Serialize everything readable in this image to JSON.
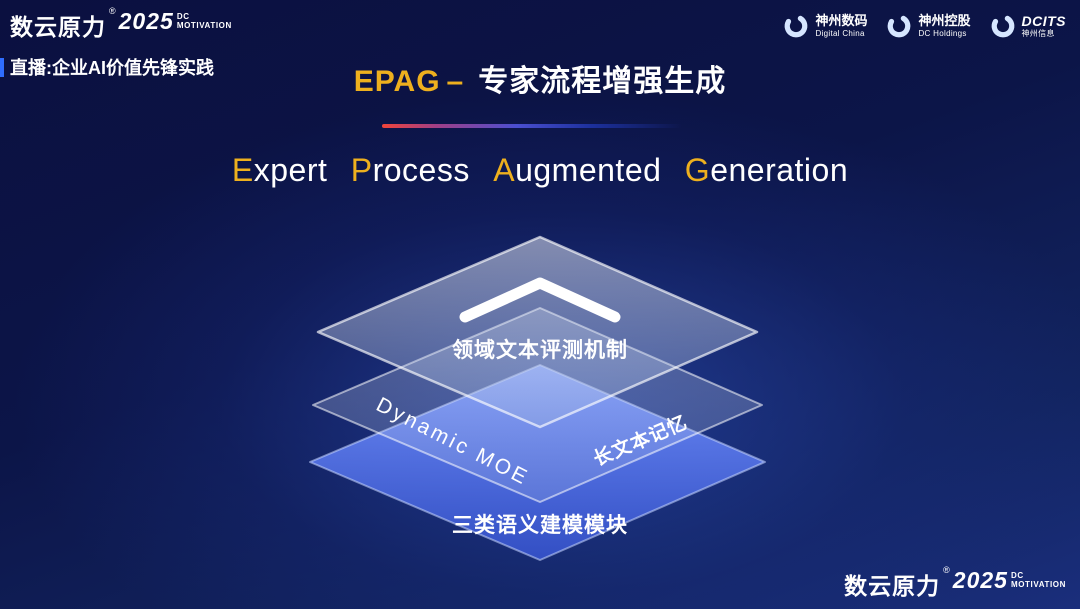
{
  "brand": {
    "name": "数云原力",
    "reg": "®",
    "year": "2025",
    "sub_top": "DC",
    "sub_bottom": "MOTIVATION"
  },
  "header": {
    "live_label": "直播:企业AI价值先锋实践",
    "title_en": "EPAG",
    "title_dash": "–",
    "title_zh": "专家流程增强生成",
    "partners": [
      {
        "line1": "神州数码",
        "line2": "Digital China"
      },
      {
        "line1": "神州控股",
        "line2": "DC Holdings"
      },
      {
        "line1": "DCITS",
        "line2": "神州信息"
      }
    ]
  },
  "subtitle": {
    "words": [
      {
        "accent": "E",
        "rest": "xpert"
      },
      {
        "accent": "P",
        "rest": "rocess"
      },
      {
        "accent": "A",
        "rest": "ugmented"
      },
      {
        "accent": "G",
        "rest": "eneration"
      }
    ]
  },
  "diagram": {
    "top_layer_label": "领域文本评测机制",
    "middle_layer_left_label": "Dynamic MOE",
    "middle_layer_right_label": "长文本记忆",
    "bottom_layer_label": "三类语义建模模块"
  },
  "colors": {
    "accent_gold": "#eeb01e",
    "background_deep": "#0b1040",
    "layer_blue": "#4d6ff0",
    "divider_red": "#f0443a",
    "live_bar_blue": "#2f6dff"
  }
}
